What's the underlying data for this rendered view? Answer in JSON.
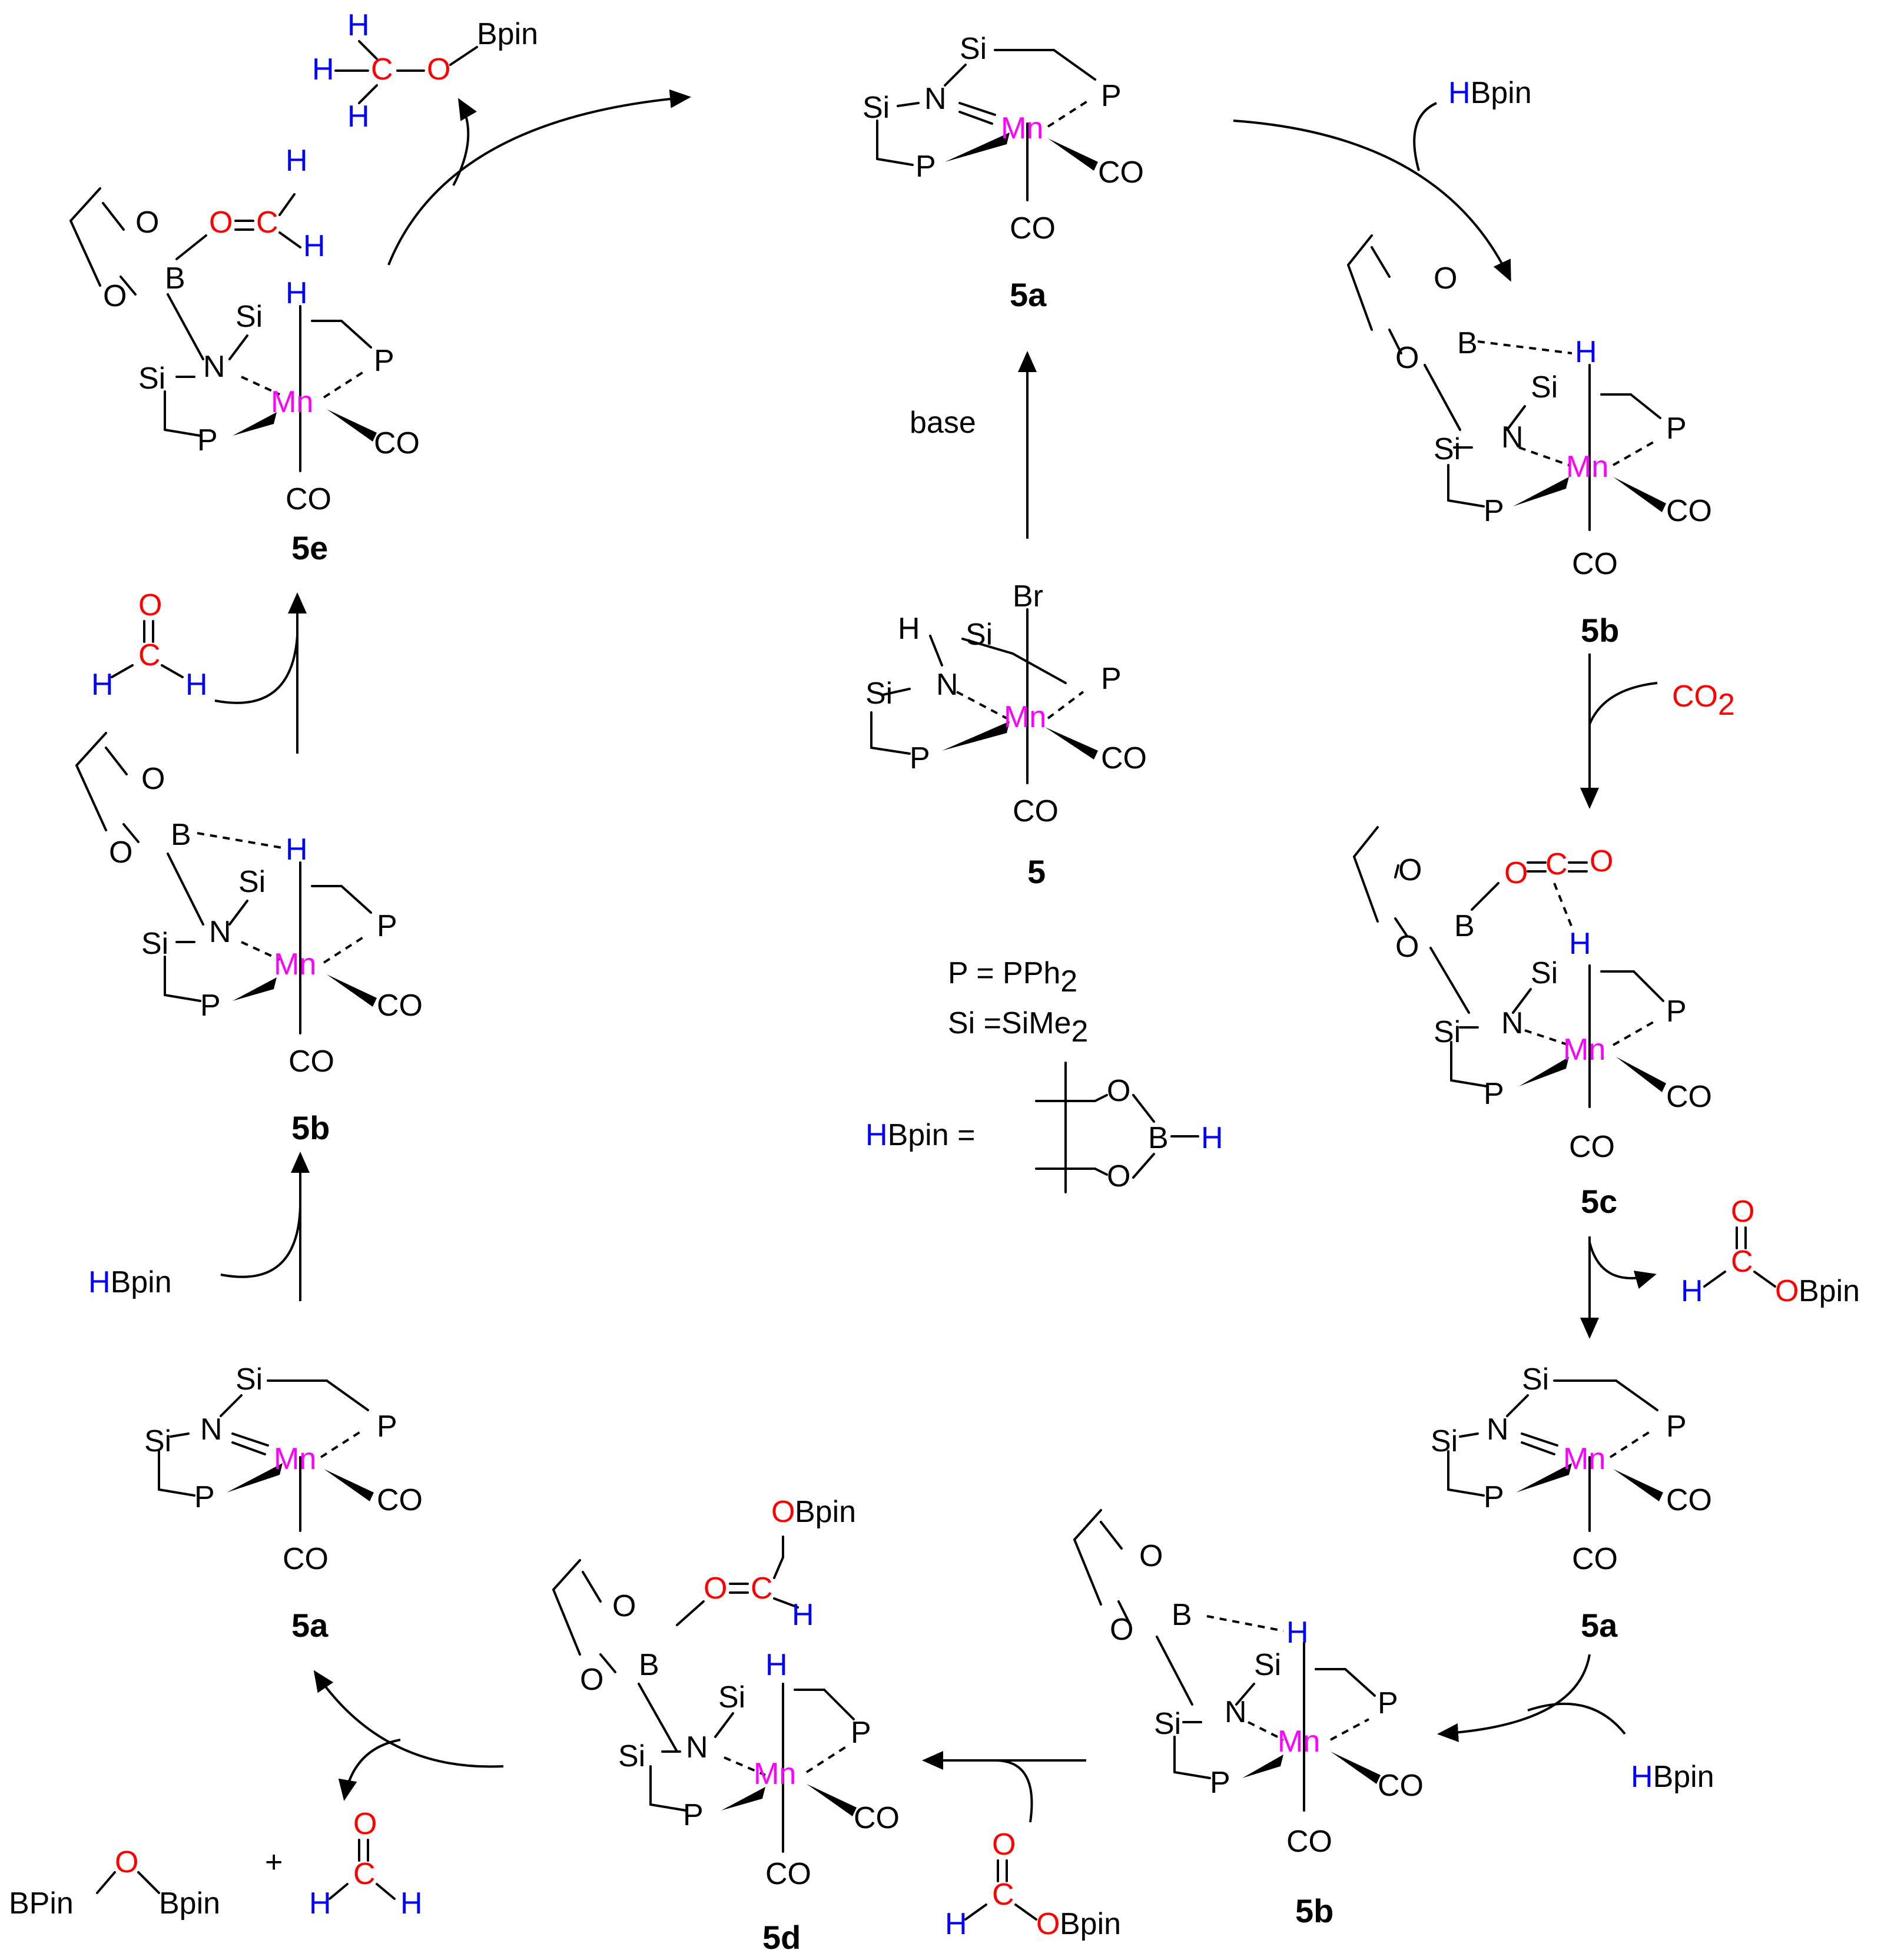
{
  "colors": {
    "metal": "#ff00ff",
    "oxygen": "#ff0000",
    "hydrogen": "#0000ff",
    "ink": "#000000"
  },
  "atoms": {
    "Mn": "Mn",
    "Si": "Si",
    "N": "N",
    "P": "P",
    "CO": "CO",
    "Br": "Br",
    "B": "B",
    "O": "O",
    "H": "H",
    "C": "C"
  },
  "compounds": {
    "c5": {
      "label": "5"
    },
    "c5a_top": {
      "label": "5a"
    },
    "c5b_right": {
      "label": "5b"
    },
    "c5c": {
      "label": "5c"
    },
    "c5a_right": {
      "label": "5a"
    },
    "c5b_bottom": {
      "label": "5b"
    },
    "c5d": {
      "label": "5d"
    },
    "c5a_left": {
      "label": "5a"
    },
    "c5b_left": {
      "label": "5b"
    },
    "c5e": {
      "label": "5e"
    }
  },
  "legend": {
    "p_def_left": "P = PPh",
    "p_def_sub": "2",
    "si_def_left": "Si =SiMe",
    "si_def_sub": "2",
    "hbpin_h": "H",
    "hbpin_rest": "Bpin =",
    "hbpin_bh": "B—H"
  },
  "reagents": {
    "base": "base",
    "hbpin_h": "H",
    "hbpin_rest": "Bpin",
    "co2_main": "CO",
    "co2_sub": "2",
    "obpin": "OBpin",
    "bpin": "Bpin",
    "bpin_cap": "BPin",
    "plus": "+",
    "bpin_o": "Bpin"
  }
}
